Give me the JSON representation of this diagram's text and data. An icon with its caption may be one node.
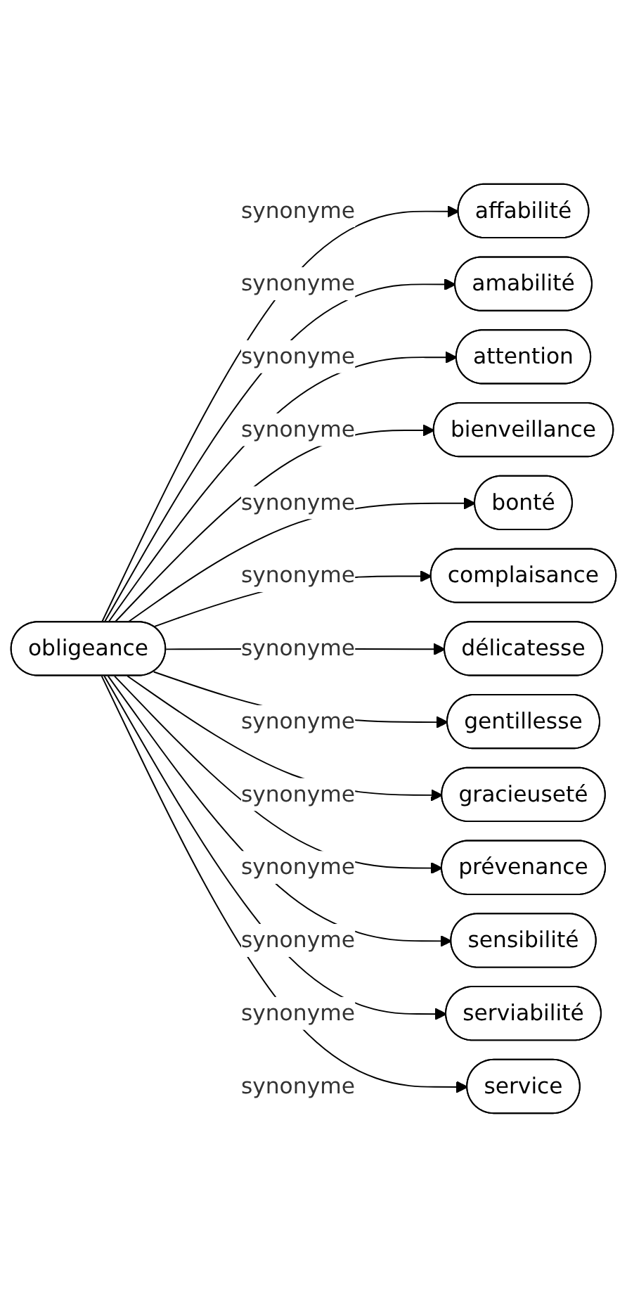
{
  "diagram": {
    "nodes": [
      {
        "text": [
          "obligeance"
        ]
      },
      {
        "text": [
          "affabilité"
        ]
      },
      {
        "text": [
          "amabilité"
        ]
      },
      {
        "text": [
          "attention"
        ]
      },
      {
        "text": [
          "bienveillance"
        ]
      },
      {
        "text": [
          "bonté"
        ]
      },
      {
        "text": [
          "complaisance"
        ]
      },
      {
        "text": [
          "délicatesse"
        ]
      },
      {
        "text": [
          "gentillesse"
        ]
      },
      {
        "text": [
          "gracieuseté"
        ]
      },
      {
        "text": [
          "prévenance"
        ]
      },
      {
        "text": [
          "sensibilité"
        ]
      },
      {
        "text": [
          "serviabilité"
        ]
      },
      {
        "text": [
          "service"
        ]
      }
    ],
    "edges": [
      {
        "from": 0,
        "to": 1,
        "arrow": "to",
        "label": "synonyme"
      },
      {
        "from": 0,
        "to": 2,
        "arrow": "to",
        "label": "synonyme"
      },
      {
        "from": 0,
        "to": 3,
        "arrow": "to",
        "label": "synonyme"
      },
      {
        "from": 0,
        "to": 4,
        "arrow": "to",
        "label": "synonyme"
      },
      {
        "from": 0,
        "to": 5,
        "arrow": "to",
        "label": "synonyme"
      },
      {
        "from": 0,
        "to": 6,
        "arrow": "to",
        "label": "synonyme"
      },
      {
        "from": 0,
        "to": 7,
        "arrow": "to",
        "label": "synonyme"
      },
      {
        "from": 0,
        "to": 8,
        "arrow": "to",
        "label": "synonyme"
      },
      {
        "from": 0,
        "to": 9,
        "arrow": "to",
        "label": "synonyme"
      },
      {
        "from": 0,
        "to": 10,
        "arrow": "to",
        "label": "synonyme"
      },
      {
        "from": 0,
        "to": 11,
        "arrow": "to",
        "label": "synonyme"
      },
      {
        "from": 0,
        "to": 12,
        "arrow": "to",
        "label": "synonyme"
      },
      {
        "from": 0,
        "to": 13,
        "arrow": "to",
        "label": "synonyme"
      }
    ]
  }
}
